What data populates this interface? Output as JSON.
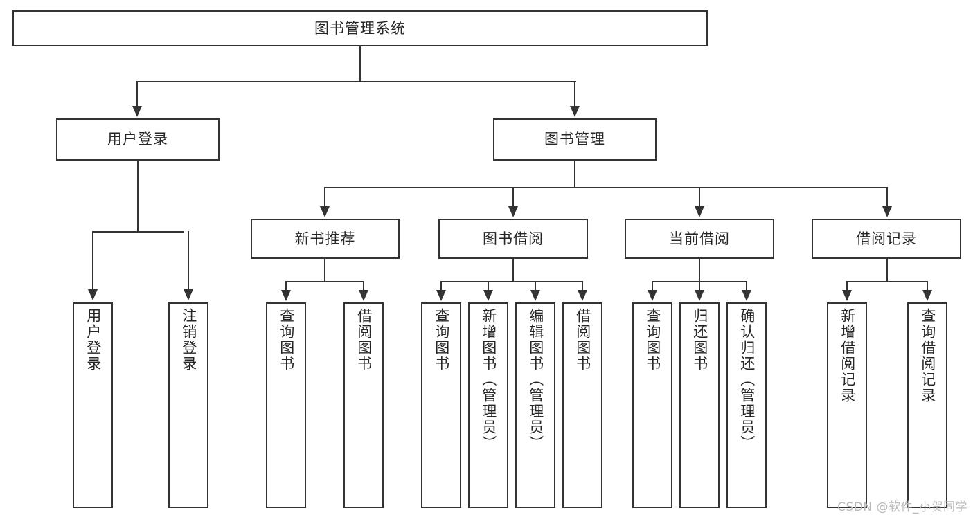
{
  "diagram": {
    "type": "tree-flowchart",
    "title": "图书管理系统",
    "root": {
      "label": "图书管理系统"
    },
    "level2": [
      {
        "id": "user-login",
        "label": "用户登录"
      },
      {
        "id": "book-management",
        "label": "图书管理"
      }
    ],
    "level3": [
      {
        "id": "new-book-recommend",
        "label": "新书推荐"
      },
      {
        "id": "book-borrow",
        "label": "图书借阅"
      },
      {
        "id": "current-borrow",
        "label": "当前借阅"
      },
      {
        "id": "borrow-record",
        "label": "借阅记录"
      }
    ],
    "leaves": {
      "user_login": [
        {
          "id": "leaf-user-login",
          "label": "用户登录"
        },
        {
          "id": "leaf-logout-login",
          "label": "注销登录"
        }
      ],
      "new_book_recommend": [
        {
          "id": "leaf-query-book-1",
          "label": "查询图书"
        },
        {
          "id": "leaf-borrow-book-1",
          "label": "借阅图书"
        }
      ],
      "book_borrow": [
        {
          "id": "leaf-query-book-2",
          "label": "查询图书"
        },
        {
          "id": "leaf-add-book",
          "label": "新增图书（管理员）"
        },
        {
          "id": "leaf-edit-book",
          "label": "编辑图书（管理员）"
        },
        {
          "id": "leaf-borrow-book-2",
          "label": "借阅图书"
        }
      ],
      "current_borrow": [
        {
          "id": "leaf-query-book-3",
          "label": "查询图书"
        },
        {
          "id": "leaf-return-book",
          "label": "归还图书"
        },
        {
          "id": "leaf-confirm-return",
          "label": "确认归还（管理员）"
        }
      ],
      "borrow_record": [
        {
          "id": "leaf-add-record",
          "label": "新增借阅记录"
        },
        {
          "id": "leaf-query-record",
          "label": "查询借阅记录"
        }
      ]
    }
  },
  "watermark": {
    "text": "CSDN @软件_小贺同学"
  },
  "colors": {
    "stroke": "#333333",
    "text": "#262626",
    "background": "#ffffff",
    "watermark": "#b9b9b9"
  }
}
